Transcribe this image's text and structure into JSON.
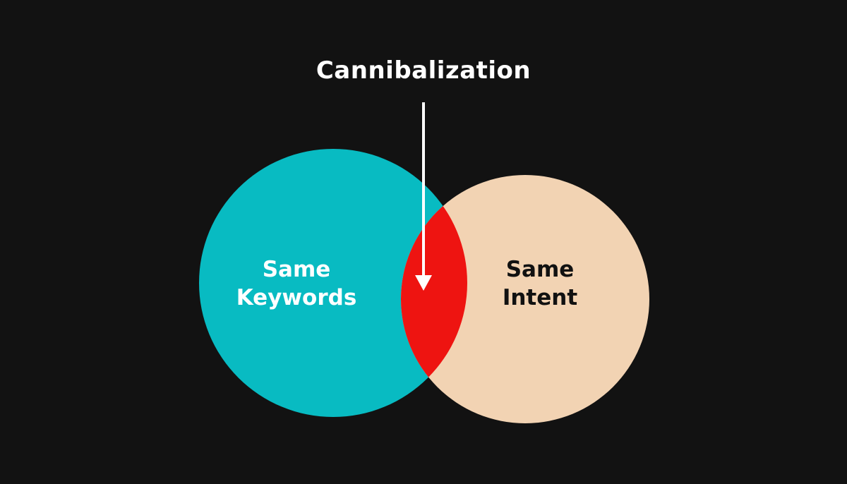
{
  "diagram": {
    "type": "venn",
    "title": "Cannibalization",
    "sets": [
      {
        "id": "left",
        "label": "Same\nKeywords",
        "color": "#08BBC2"
      },
      {
        "id": "right",
        "label": "Same\nIntent",
        "color": "#F2D3B3"
      }
    ],
    "intersection": {
      "label": "Cannibalization",
      "color": "#EE1411"
    },
    "background_color": "#121212",
    "arrow_color": "#FFFFFF"
  }
}
